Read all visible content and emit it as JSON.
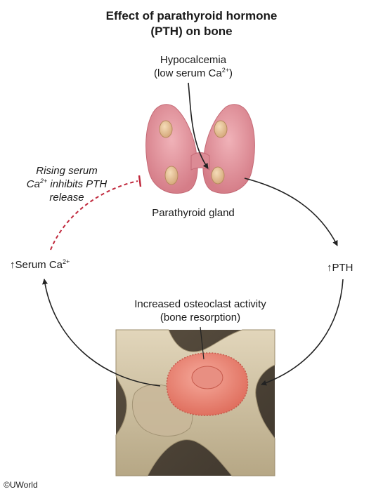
{
  "title": {
    "line1": "Effect of parathyroid hormone",
    "line2": "(PTH) on bone"
  },
  "hypocalcemia": {
    "line1": "Hypocalcemia",
    "line2_prefix": "(low serum Ca",
    "line2_sup": "2+",
    "line2_suffix": ")"
  },
  "parathyroid_gland_label": "Parathyroid gland",
  "feedback": {
    "line1": "Rising serum",
    "line2_prefix": "Ca",
    "line2_sup": "2+",
    "line2_suffix": " inhibits PTH",
    "line3": "release"
  },
  "serum_ca": {
    "arrow": "↑",
    "prefix": "Serum Ca",
    "sup": "2+"
  },
  "pth": {
    "arrow": "↑",
    "text": "PTH"
  },
  "osteoclast": {
    "line1": "Increased osteoclast activity",
    "line2": "(bone resorption)"
  },
  "copyright": "©UWorld",
  "colors": {
    "arrow": "#222222",
    "inhibit": "#c0283c",
    "gland": "#e3909a",
    "gland_dark": "#c46a76",
    "nodule": "#e9c7a0",
    "bone": "#cdbf9f",
    "bone_dark": "#a99a7c",
    "osteoclast": "#e98678"
  }
}
